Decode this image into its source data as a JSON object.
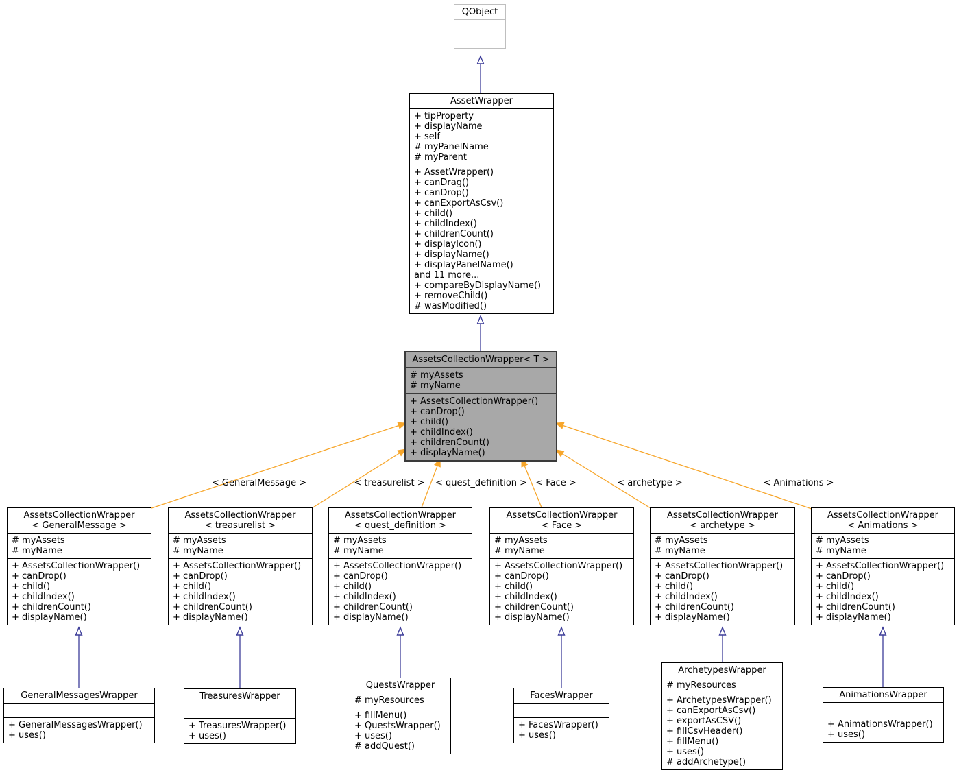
{
  "diagram": {
    "colors": {
      "inheritance_arrow": "#3d3d99",
      "template_arrow": "#f7a62b",
      "template_node_fill": "#a8a8a8"
    },
    "classes": {
      "qobject": {
        "title_lines": [
          "QObject"
        ],
        "attrs": [],
        "methods": []
      },
      "asset_wrapper": {
        "title_lines": [
          "AssetWrapper"
        ],
        "attrs": [
          "+ tipProperty",
          "+ displayName",
          "+ self",
          "# myPanelName",
          "# myParent"
        ],
        "methods": [
          "+ AssetWrapper()",
          "+ canDrag()",
          "+ canDrop()",
          "+ canExportAsCsv()",
          "+ child()",
          "+ childIndex()",
          "+ childrenCount()",
          "+ displayIcon()",
          "+ displayName()",
          "+ displayPanelName()",
          "and 11 more...",
          "+ compareByDisplayName()",
          "+ removeChild()",
          "# wasModified()"
        ]
      },
      "collection_t": {
        "title_lines": [
          "AssetsCollectionWrapper< T >"
        ],
        "attrs": [
          "# myAssets",
          "# myName"
        ],
        "methods": [
          "+ AssetsCollectionWrapper()",
          "+ canDrop()",
          "+ child()",
          "+ childIndex()",
          "+ childrenCount()",
          "+ displayName()"
        ]
      },
      "collection_general_message": {
        "title_lines": [
          "AssetsCollectionWrapper",
          "< GeneralMessage >"
        ],
        "attrs": [
          "# myAssets",
          "# myName"
        ],
        "methods": [
          "+ AssetsCollectionWrapper()",
          "+ canDrop()",
          "+ child()",
          "+ childIndex()",
          "+ childrenCount()",
          "+ displayName()"
        ]
      },
      "collection_treasurelist": {
        "title_lines": [
          "AssetsCollectionWrapper",
          "< treasurelist >"
        ],
        "attrs": [
          "# myAssets",
          "# myName"
        ],
        "methods": [
          "+ AssetsCollectionWrapper()",
          "+ canDrop()",
          "+ child()",
          "+ childIndex()",
          "+ childrenCount()",
          "+ displayName()"
        ]
      },
      "collection_quest_definition": {
        "title_lines": [
          "AssetsCollectionWrapper",
          "< quest_definition >"
        ],
        "attrs": [
          "# myAssets",
          "# myName"
        ],
        "methods": [
          "+ AssetsCollectionWrapper()",
          "+ canDrop()",
          "+ child()",
          "+ childIndex()",
          "+ childrenCount()",
          "+ displayName()"
        ]
      },
      "collection_face": {
        "title_lines": [
          "AssetsCollectionWrapper",
          "< Face >"
        ],
        "attrs": [
          "# myAssets",
          "# myName"
        ],
        "methods": [
          "+ AssetsCollectionWrapper()",
          "+ canDrop()",
          "+ child()",
          "+ childIndex()",
          "+ childrenCount()",
          "+ displayName()"
        ]
      },
      "collection_archetype": {
        "title_lines": [
          "AssetsCollectionWrapper",
          "< archetype >"
        ],
        "attrs": [
          "# myAssets",
          "# myName"
        ],
        "methods": [
          "+ AssetsCollectionWrapper()",
          "+ canDrop()",
          "+ child()",
          "+ childIndex()",
          "+ childrenCount()",
          "+ displayName()"
        ]
      },
      "collection_animations": {
        "title_lines": [
          "AssetsCollectionWrapper",
          "< Animations >"
        ],
        "attrs": [
          "# myAssets",
          "# myName"
        ],
        "methods": [
          "+ AssetsCollectionWrapper()",
          "+ canDrop()",
          "+ child()",
          "+ childIndex()",
          "+ childrenCount()",
          "+ displayName()"
        ]
      },
      "general_messages_wrapper": {
        "title_lines": [
          "GeneralMessagesWrapper"
        ],
        "attrs": [],
        "methods": [
          "+ GeneralMessagesWrapper()",
          "+ uses()"
        ]
      },
      "treasures_wrapper": {
        "title_lines": [
          "TreasuresWrapper"
        ],
        "attrs": [],
        "methods": [
          "+ TreasuresWrapper()",
          "+ uses()"
        ]
      },
      "quests_wrapper": {
        "title_lines": [
          "QuestsWrapper"
        ],
        "attrs": [
          "# myResources"
        ],
        "methods": [
          "+ fillMenu()",
          "+ QuestsWrapper()",
          "+ uses()",
          "# addQuest()"
        ]
      },
      "faces_wrapper": {
        "title_lines": [
          "FacesWrapper"
        ],
        "attrs": [],
        "methods": [
          "+ FacesWrapper()",
          "+ uses()"
        ]
      },
      "archetypes_wrapper": {
        "title_lines": [
          "ArchetypesWrapper"
        ],
        "attrs": [
          "# myResources"
        ],
        "methods": [
          "+ ArchetypesWrapper()",
          "+ canExportAsCsv()",
          "+ exportAsCSV()",
          "+ fillCsvHeader()",
          "+ fillMenu()",
          "+ uses()",
          "# addArchetype()"
        ]
      },
      "animations_wrapper": {
        "title_lines": [
          "AnimationsWrapper"
        ],
        "attrs": [],
        "methods": [
          "+ AnimationsWrapper()",
          "+ uses()"
        ]
      }
    },
    "edge_labels": {
      "general_message": "< GeneralMessage >",
      "treasurelist": "< treasurelist >",
      "quest_definition": "< quest_definition >",
      "face": "< Face >",
      "archetype": "< archetype >",
      "animations": "< Animations >"
    }
  }
}
